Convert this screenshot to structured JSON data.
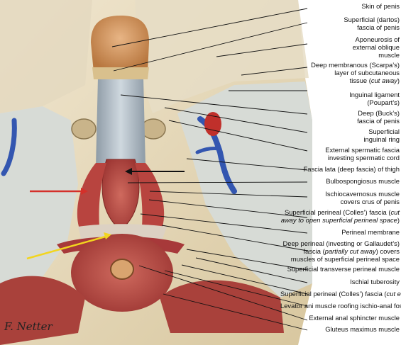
{
  "diagram": {
    "labels": [
      {
        "id": "skin-of-penis",
        "lines": [
          [
            {
              "t": "Skin of penis"
            }
          ]
        ]
      },
      {
        "id": "superficial-dartos-fascia",
        "lines": [
          [
            {
              "t": "Superficial (dartos)"
            }
          ],
          [
            {
              "t": "fascia of penis"
            }
          ]
        ]
      },
      {
        "id": "aponeurosis-external-oblique",
        "lines": [
          [
            {
              "t": "Aponeurosis of"
            }
          ],
          [
            {
              "t": "external oblique"
            }
          ],
          [
            {
              "t": "muscle"
            }
          ]
        ]
      },
      {
        "id": "deep-membranous-layer",
        "lines": [
          [
            {
              "t": "Deep membranous (Scarpa’s)"
            }
          ],
          [
            {
              "t": "layer of subcutaneous"
            }
          ],
          [
            {
              "t": "tissue ("
            },
            {
              "t": "cut away",
              "i": true
            },
            {
              "t": ")"
            }
          ]
        ]
      },
      {
        "id": "inguinal-ligament",
        "lines": [
          [
            {
              "t": "Inguinal ligament"
            }
          ],
          [
            {
              "t": "(Poupart’s)"
            }
          ]
        ]
      },
      {
        "id": "deep-bucks-fascia",
        "lines": [
          [
            {
              "t": "Deep (Buck’s)"
            }
          ],
          [
            {
              "t": "fascia of penis"
            }
          ]
        ]
      },
      {
        "id": "superficial-inguinal-ring",
        "lines": [
          [
            {
              "t": "Superficial"
            }
          ],
          [
            {
              "t": "inguinal ring"
            }
          ]
        ]
      },
      {
        "id": "external-spermatic-fascia",
        "lines": [
          [
            {
              "t": "External spermatic fascia"
            }
          ],
          [
            {
              "t": "investing spermatic cord"
            }
          ]
        ]
      },
      {
        "id": "fascia-lata",
        "lines": [
          [
            {
              "t": "Fascia lata (deep fascia) of thigh"
            }
          ]
        ]
      },
      {
        "id": "bulbospongiosus-muscle",
        "lines": [
          [
            {
              "t": "Bulbospongiosus muscle"
            }
          ]
        ]
      },
      {
        "id": "ischiocavernosus-muscle",
        "lines": [
          [
            {
              "t": "Ischiocavernosus muscle"
            }
          ],
          [
            {
              "t": "covers crus of penis"
            }
          ]
        ]
      },
      {
        "id": "superficial-perineal-colles-cut",
        "lines": [
          [
            {
              "t": "Superficial perineal (Colles’) fascia ("
            },
            {
              "t": "cut",
              "i": true
            }
          ],
          [
            {
              "t": "away to open superficial perineal space",
              "i": true
            },
            {
              "t": ")"
            }
          ]
        ]
      },
      {
        "id": "perineal-membrane",
        "lines": [
          [
            {
              "t": "Perineal membrane"
            }
          ]
        ]
      },
      {
        "id": "deep-perineal-fascia",
        "lines": [
          [
            {
              "t": "Deep perineal (investing or Gallaudet’s)"
            }
          ],
          [
            {
              "t": "fascia ("
            },
            {
              "t": "partially cut away",
              "i": true
            },
            {
              "t": ") covers"
            }
          ],
          [
            {
              "t": "muscles of superficial perineal space"
            }
          ]
        ]
      },
      {
        "id": "superficial-transverse-perineal",
        "lines": [
          [
            {
              "t": "Superficial transverse perineal muscle"
            }
          ]
        ]
      },
      {
        "id": "ischial-tuberosity",
        "lines": [
          [
            {
              "t": "Ischial tuberosity"
            }
          ]
        ]
      },
      {
        "id": "superficial-perineal-colles-edge",
        "lines": [
          [
            {
              "t": "Superficial perineal (Colles’) fascia ("
            },
            {
              "t": "cut edge",
              "i": true
            },
            {
              "t": ")"
            }
          ]
        ]
      },
      {
        "id": "levator-ani-muscle",
        "lines": [
          [
            {
              "t": "Levator ani muscle roofing ischio-anal fossa"
            }
          ]
        ]
      },
      {
        "id": "external-anal-sphincter",
        "lines": [
          [
            {
              "t": "External anal sphincter muscle"
            }
          ]
        ]
      },
      {
        "id": "gluteus-maximus-muscle",
        "lines": [
          [
            {
              "t": "Gluteus maximus muscle"
            }
          ]
        ]
      }
    ],
    "signature": "F. Netter",
    "colors": {
      "muscle": "#b8443f",
      "skin": "#e8d9b8",
      "fascia": "#c7cfd6",
      "vein": "#3356b0",
      "artery": "#c0302b",
      "red_arrow": "#d4302a",
      "yellow_arrow": "#f2d51f",
      "leader": "#111111"
    }
  }
}
